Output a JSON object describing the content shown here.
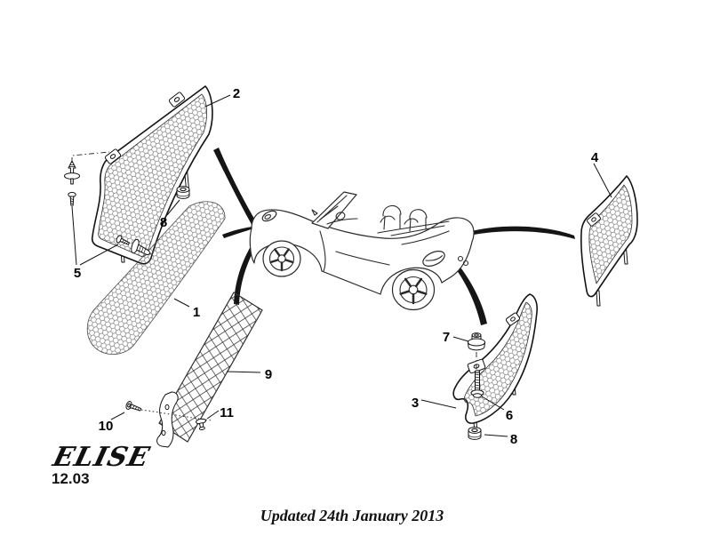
{
  "page": {
    "kind": "parts-catalogue-diagram",
    "subject": "body mesh grilles and fixings exploded view"
  },
  "colors": {
    "background": "#ffffff",
    "ink": "#1a1a1a",
    "mesh_line": "#606060"
  },
  "branding": {
    "logo": "ELISE",
    "section": "12.03"
  },
  "footer": {
    "note": "Updated 24th January 2013"
  },
  "callouts": {
    "c1": "1",
    "c2": "2",
    "c3": "3",
    "c4": "4",
    "c5": "5",
    "c6": "6",
    "c7": "7",
    "c8": "8",
    "c9": "9",
    "c10": "10",
    "c11": "11"
  }
}
